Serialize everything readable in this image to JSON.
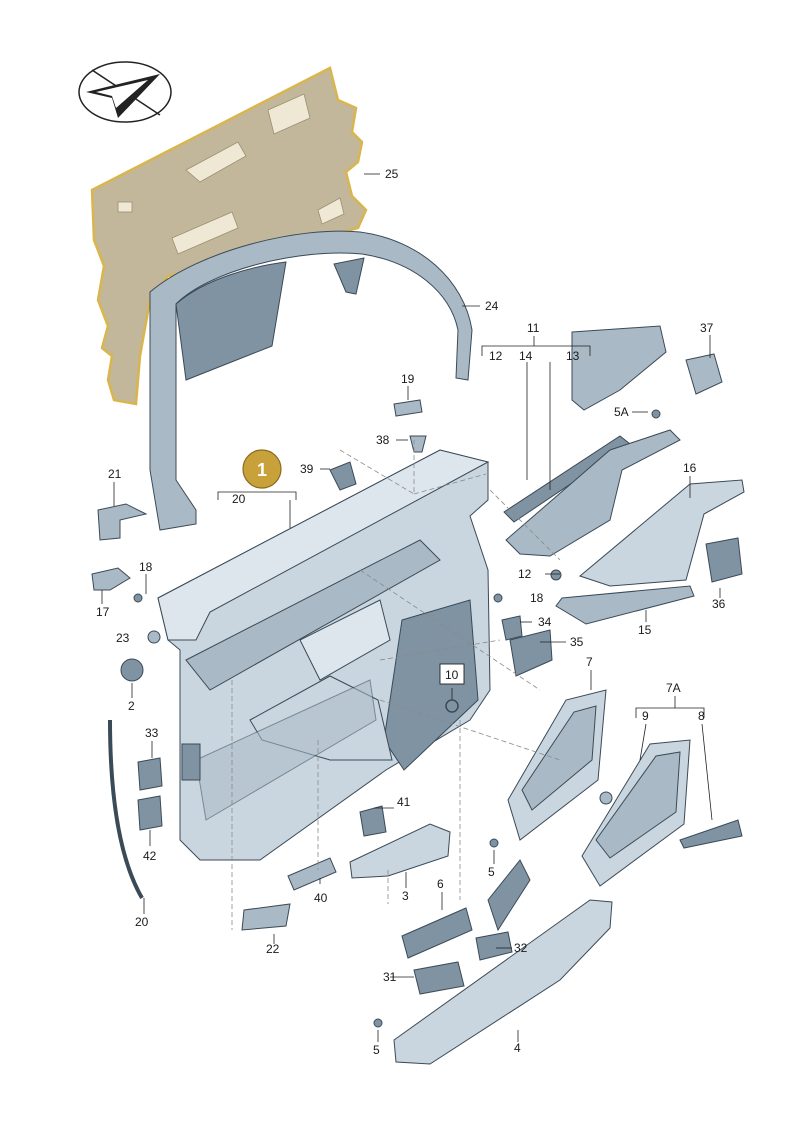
{
  "diagram": {
    "marker_highlight": "1",
    "highlight_color": "#c9a13a",
    "insulation_color": "#c2b79a",
    "part_color": "#a9bac6",
    "labels": {
      "p1": "1",
      "p2": "2",
      "p3": "3",
      "p4": "4",
      "p5a": "5",
      "p5b": "5",
      "p5A": "5A",
      "p6": "6",
      "p7": "7",
      "p7A": "7A",
      "p8": "8",
      "p9": "9",
      "p10": "10",
      "p11": "11",
      "p12a": "12",
      "p12b": "12",
      "p13": "13",
      "p14": "14",
      "p15": "15",
      "p16": "16",
      "p17": "17",
      "p18a": "18",
      "p18b": "18",
      "p19": "19",
      "p20a": "20",
      "p20b": "20",
      "p21": "21",
      "p22": "22",
      "p23": "23",
      "p24": "24",
      "p25": "25",
      "p31": "31",
      "p32": "32",
      "p33": "33",
      "p34": "34",
      "p35": "35",
      "p36": "36",
      "p37": "37",
      "p38": "38",
      "p39": "39",
      "p40": "40",
      "p41": "41",
      "p42": "42"
    }
  }
}
